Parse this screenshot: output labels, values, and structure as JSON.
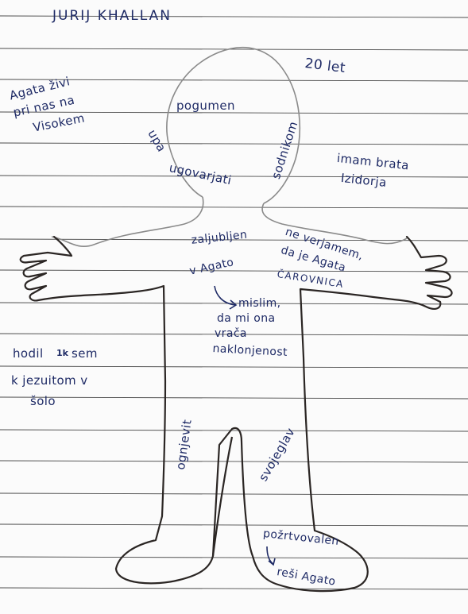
{
  "page": {
    "title": "JURIJ KHALLAN",
    "age": "20 let"
  },
  "notes": {
    "left_top": [
      "Agata živi",
      "pri nas na",
      "Visokem"
    ],
    "head": [
      "pogumen",
      "upa",
      "ugovarjati",
      "sodnikom"
    ],
    "right_top": [
      "imam brata",
      "Izidorja"
    ],
    "heart": [
      "zaljubljen",
      "v Agato"
    ],
    "right_shoulder": [
      "ne verjamem,",
      "da je Agata",
      "ČAROVNICA"
    ],
    "chest": [
      "mislim,",
      "da mi ona",
      "vrača",
      "naklonjenost"
    ],
    "left_mid": [
      "hodil",
      "sem",
      "k jezuitom v",
      "šolo"
    ],
    "left_leg": "ognjevit",
    "right_leg": "svojeglav",
    "right_foot": [
      "požrtvovalen",
      "reši Agato"
    ]
  },
  "colors": {
    "ink": "#1f2b66",
    "outline": "#6b6b6b",
    "body_outline": "#2a2523",
    "rule": "#4a4a4a"
  }
}
